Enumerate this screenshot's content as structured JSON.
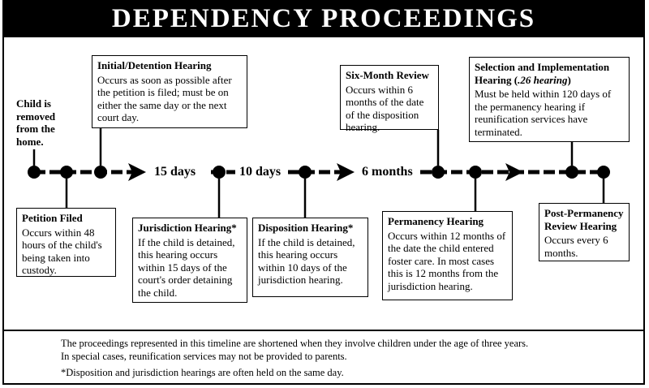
{
  "title": "DEPENDENCY PROCEEDINGS",
  "boxes": {
    "child_removed": "Child is removed from the home.",
    "initial_hearing": {
      "title": "Initial/Detention Hearing",
      "body": "Occurs as soon as possible after the petition is filed; must be on either the same day or the next court day."
    },
    "petition_filed": {
      "title": "Petition Filed",
      "body": "Occurs within 48 hours of the child's being taken into custody."
    },
    "jurisdiction_hearing": {
      "title": "Jurisdiction Hearing*",
      "body": "If the child is detained, this hearing occurs within 15 days of the court's order detaining the child."
    },
    "disposition_hearing": {
      "title": "Disposition Hearing*",
      "body": "If the child is detained, this hearing occurs within 10 days of the jurisdiction hearing."
    },
    "six_month_review": {
      "title": "Six-Month Review",
      "body": "Occurs within 6 months of the date of the disposition hearing."
    },
    "permanency_hearing": {
      "title": "Permanency Hearing",
      "body": "Occurs within 12 months of the date the child entered foster care. In most cases this is 12 months from the jurisdiction hearing."
    },
    "selection_hearing": {
      "title_a": "Selection and Implementation Hearing (",
      "title_b": ".26 hearing",
      "title_c": ")",
      "body": "Must be held within 120 days of the permanency hearing if reunification services have terminated."
    },
    "post_permanency": {
      "title": "Post-Permanency Review Hearing",
      "body": "Occurs every 6 months."
    }
  },
  "timeline_labels": {
    "interval_1": "15 days",
    "interval_2": "10 days",
    "interval_3": "6 months"
  },
  "footer": {
    "line1": "The proceedings represented in this timeline are shortened when they involve children under the age of three years.",
    "line2": "In special cases, reunification services may not be provided to parents.",
    "note": "*Disposition and jurisdiction hearings are often held on the same day."
  }
}
